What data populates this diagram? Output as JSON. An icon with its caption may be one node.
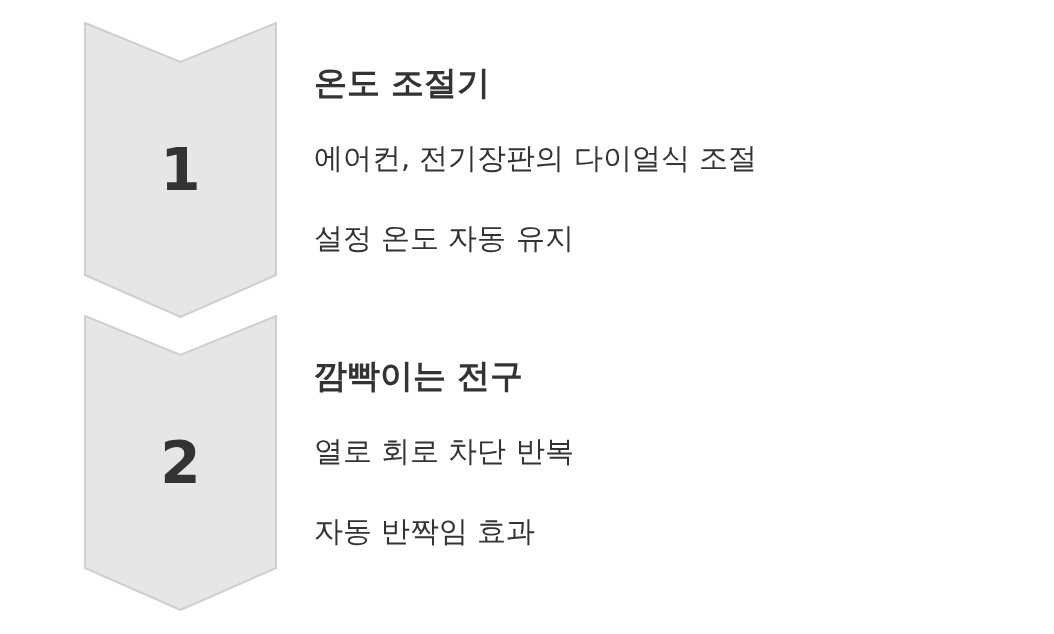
{
  "diagram": {
    "nodes": [
      {
        "text": [
          "1"
        ],
        "beside": [
          "온도 조절기",
          "에어컨, 전기장판의 다이얼식 조절",
          "설정 온도 자동 유지"
        ]
      },
      {
        "text": [
          "2"
        ],
        "beside": [
          "깜빡이는 전구",
          "열로 회로 차단 반복",
          "자동 반짝임 효과"
        ]
      }
    ]
  }
}
